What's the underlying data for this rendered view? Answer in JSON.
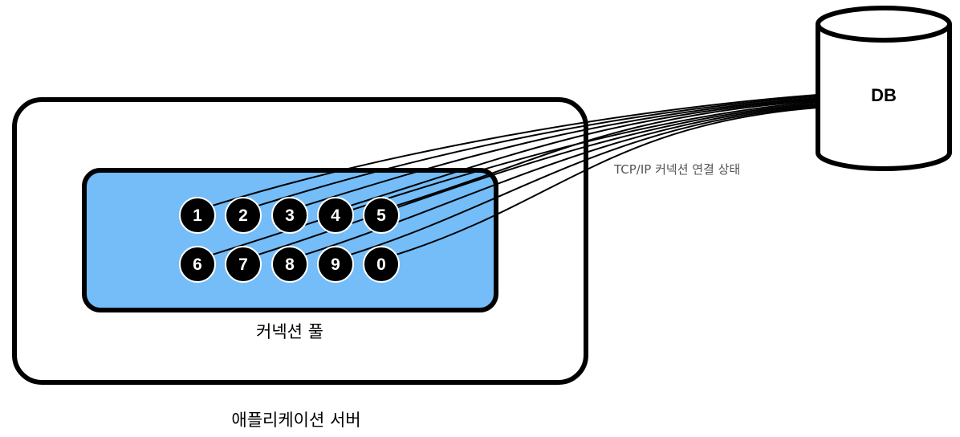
{
  "database": {
    "label": "DB"
  },
  "connection_caption": "TCP/IP 커넥션 연결 상태",
  "pool": {
    "label": "커넥션 풀",
    "connections": [
      "1",
      "2",
      "3",
      "4",
      "5",
      "6",
      "7",
      "8",
      "9",
      "0"
    ]
  },
  "server": {
    "label": "애플리케이션 서버"
  },
  "colors": {
    "pool_fill": "#74bdf8",
    "connection_fill": "#000000",
    "connection_text": "#ffffff",
    "outline": "#000000",
    "background": "#ffffff"
  }
}
